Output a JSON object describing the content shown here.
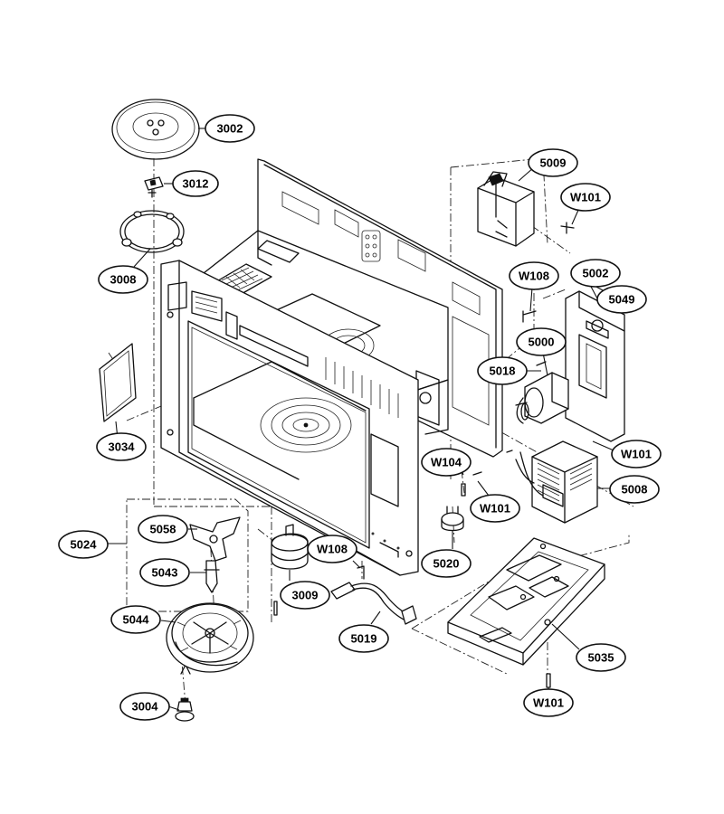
{
  "callouts": [
    {
      "id": "c-3002",
      "label": "3002"
    },
    {
      "id": "c-3012",
      "label": "3012"
    },
    {
      "id": "c-3008",
      "label": "3008"
    },
    {
      "id": "c-3034",
      "label": "3034"
    },
    {
      "id": "c-5009",
      "label": "5009"
    },
    {
      "id": "c-w101-top",
      "label": "W101"
    },
    {
      "id": "c-w108-top",
      "label": "W108"
    },
    {
      "id": "c-5002",
      "label": "5002"
    },
    {
      "id": "c-5049",
      "label": "5049"
    },
    {
      "id": "c-5000",
      "label": "5000"
    },
    {
      "id": "c-5018",
      "label": "5018"
    },
    {
      "id": "c-w101-mid",
      "label": "W101"
    },
    {
      "id": "c-w104",
      "label": "W104"
    },
    {
      "id": "c-5008",
      "label": "5008"
    },
    {
      "id": "c-w101-low",
      "label": "W101"
    },
    {
      "id": "c-5024",
      "label": "5024"
    },
    {
      "id": "c-5058",
      "label": "5058"
    },
    {
      "id": "c-5043",
      "label": "5043"
    },
    {
      "id": "c-5044",
      "label": "5044"
    },
    {
      "id": "c-3009",
      "label": "3009"
    },
    {
      "id": "c-w108-mid",
      "label": "W108"
    },
    {
      "id": "c-5020",
      "label": "5020"
    },
    {
      "id": "c-5019",
      "label": "5019"
    },
    {
      "id": "c-5035",
      "label": "5035"
    },
    {
      "id": "c-w101-bottom",
      "label": "W101"
    },
    {
      "id": "c-3004",
      "label": "3004"
    }
  ]
}
